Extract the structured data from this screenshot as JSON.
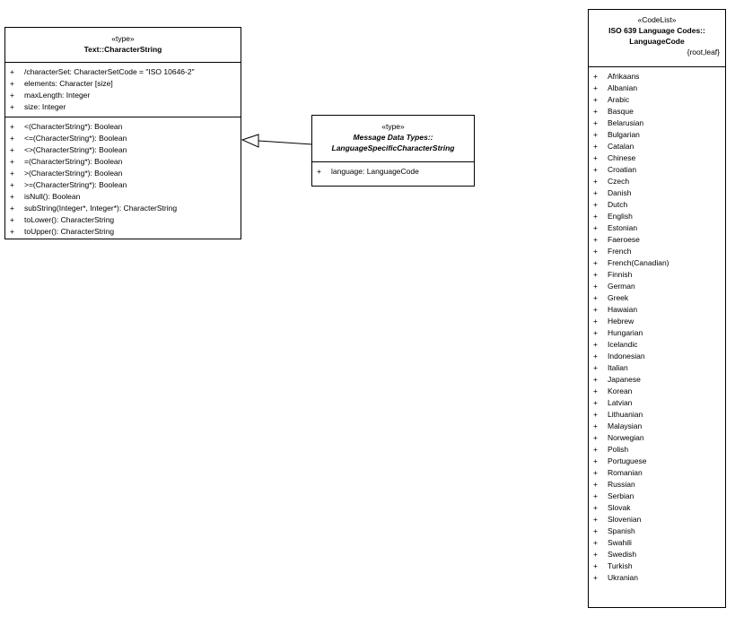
{
  "charstring": {
    "stereotype": "«type»",
    "name": "Text::CharacterString",
    "attributes": [
      {
        "vis": "+",
        "text": "/characterSet: CharacterSetCode = \"ISO 10646-2\""
      },
      {
        "vis": "+",
        "text": "elements: Character [size]"
      },
      {
        "vis": "+",
        "text": "maxLength: Integer"
      },
      {
        "vis": "+",
        "text": "size: Integer"
      }
    ],
    "operations": [
      {
        "vis": "+",
        "text": "<(CharacterString*): Boolean"
      },
      {
        "vis": "+",
        "text": "<=(CharacterString*): Boolean"
      },
      {
        "vis": "+",
        "text": "<>(CharacterString*): Boolean"
      },
      {
        "vis": "+",
        "text": "=(CharacterString*): Boolean"
      },
      {
        "vis": "+",
        "text": ">(CharacterString*): Boolean"
      },
      {
        "vis": "+",
        "text": ">=(CharacterString*): Boolean"
      },
      {
        "vis": "+",
        "text": "isNull(): Boolean"
      },
      {
        "vis": "+",
        "text": "subString(Integer*, Integer*): CharacterString"
      },
      {
        "vis": "+",
        "text": "toLower(): CharacterString"
      },
      {
        "vis": "+",
        "text": "toUpper(): CharacterString"
      }
    ]
  },
  "langstring": {
    "stereotype": "«type»",
    "name_line1": "Message Data Types::",
    "name_line2": "LanguageSpecificCharacterString",
    "attributes": [
      {
        "vis": "+",
        "text": "language: LanguageCode"
      }
    ]
  },
  "languagecode": {
    "stereotype": "«CodeList»",
    "name_line1": "ISO 639 Language Codes::",
    "name_line2": "LanguageCode",
    "tag": "{root,leaf}",
    "literals": [
      {
        "vis": "+",
        "text": "Afrikaans"
      },
      {
        "vis": "+",
        "text": "Albanian"
      },
      {
        "vis": "+",
        "text": "Arabic"
      },
      {
        "vis": "+",
        "text": "Basque"
      },
      {
        "vis": "+",
        "text": "Belarusian"
      },
      {
        "vis": "+",
        "text": "Bulgarian"
      },
      {
        "vis": "+",
        "text": "Catalan"
      },
      {
        "vis": "+",
        "text": "Chinese"
      },
      {
        "vis": "+",
        "text": "Croatian"
      },
      {
        "vis": "+",
        "text": "Czech"
      },
      {
        "vis": "+",
        "text": "Danish"
      },
      {
        "vis": "+",
        "text": "Dutch"
      },
      {
        "vis": "+",
        "text": "English"
      },
      {
        "vis": "+",
        "text": "Estonian"
      },
      {
        "vis": "+",
        "text": "Faeroese"
      },
      {
        "vis": "+",
        "text": "French"
      },
      {
        "vis": "+",
        "text": "French(Canadian)"
      },
      {
        "vis": "+",
        "text": "Finnish"
      },
      {
        "vis": "+",
        "text": "German"
      },
      {
        "vis": "+",
        "text": "Greek"
      },
      {
        "vis": "+",
        "text": "Hawaian"
      },
      {
        "vis": "+",
        "text": "Hebrew"
      },
      {
        "vis": "+",
        "text": "Hungarian"
      },
      {
        "vis": "+",
        "text": "Icelandic"
      },
      {
        "vis": "+",
        "text": "Indonesian"
      },
      {
        "vis": "+",
        "text": "Italian"
      },
      {
        "vis": "+",
        "text": "Japanese"
      },
      {
        "vis": "+",
        "text": "Korean"
      },
      {
        "vis": "+",
        "text": "Latvian"
      },
      {
        "vis": "+",
        "text": "Lithuanian"
      },
      {
        "vis": "+",
        "text": "Malaysian"
      },
      {
        "vis": "+",
        "text": "Norwegian"
      },
      {
        "vis": "+",
        "text": "Polish"
      },
      {
        "vis": "+",
        "text": "Portuguese"
      },
      {
        "vis": "+",
        "text": "Romanian"
      },
      {
        "vis": "+",
        "text": "Russian"
      },
      {
        "vis": "+",
        "text": "Serbian"
      },
      {
        "vis": "+",
        "text": "Slovak"
      },
      {
        "vis": "+",
        "text": "Slovenian"
      },
      {
        "vis": "+",
        "text": "Spanish"
      },
      {
        "vis": "+",
        "text": "Swahili"
      },
      {
        "vis": "+",
        "text": "Swedish"
      },
      {
        "vis": "+",
        "text": "Turkish"
      },
      {
        "vis": "+",
        "text": "Ukranian"
      }
    ]
  }
}
